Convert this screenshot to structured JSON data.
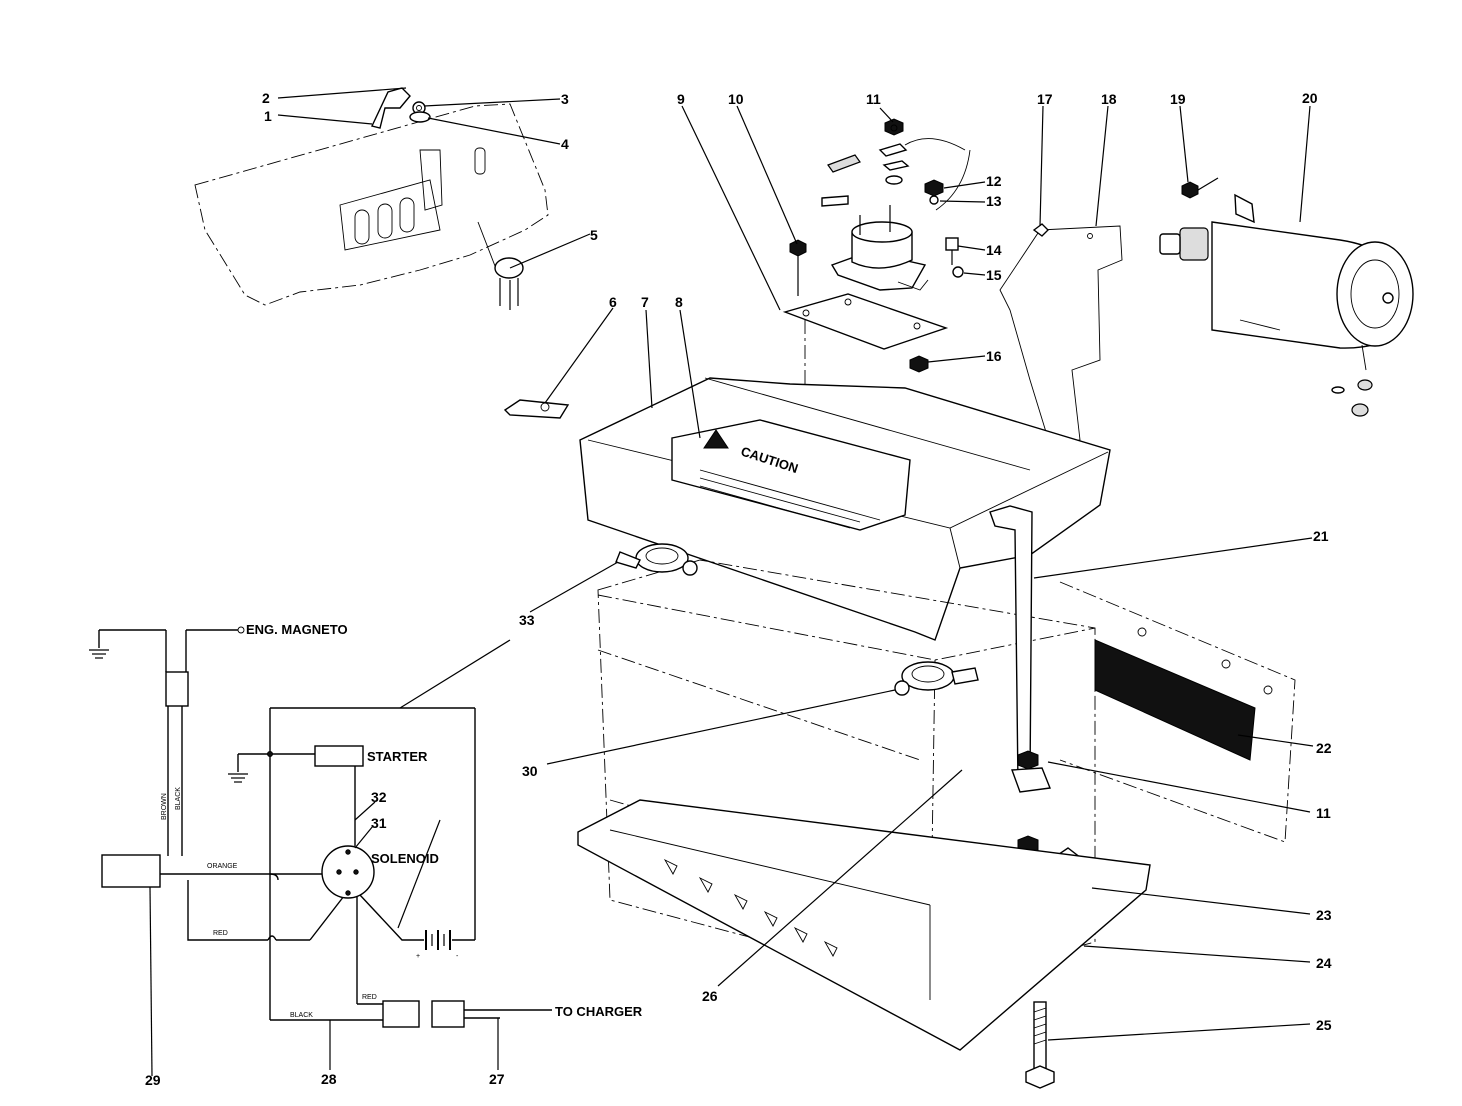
{
  "callouts": [
    {
      "id": "1",
      "text": "1"
    },
    {
      "id": "2",
      "text": "2"
    },
    {
      "id": "3",
      "text": "3"
    },
    {
      "id": "4",
      "text": "4"
    },
    {
      "id": "5",
      "text": "5"
    },
    {
      "id": "6",
      "text": "6"
    },
    {
      "id": "7",
      "text": "7"
    },
    {
      "id": "8",
      "text": "8"
    },
    {
      "id": "9",
      "text": "9"
    },
    {
      "id": "10",
      "text": "10"
    },
    {
      "id": "11a",
      "text": "11"
    },
    {
      "id": "12",
      "text": "12"
    },
    {
      "id": "13",
      "text": "13"
    },
    {
      "id": "14",
      "text": "14"
    },
    {
      "id": "15",
      "text": "15"
    },
    {
      "id": "16",
      "text": "16"
    },
    {
      "id": "17",
      "text": "17"
    },
    {
      "id": "18",
      "text": "18"
    },
    {
      "id": "19",
      "text": "19"
    },
    {
      "id": "20",
      "text": "20"
    },
    {
      "id": "21",
      "text": "21"
    },
    {
      "id": "22",
      "text": "22"
    },
    {
      "id": "11b",
      "text": "11"
    },
    {
      "id": "23",
      "text": "23"
    },
    {
      "id": "24",
      "text": "24"
    },
    {
      "id": "25",
      "text": "25"
    },
    {
      "id": "26",
      "text": "26"
    },
    {
      "id": "27",
      "text": "27"
    },
    {
      "id": "28",
      "text": "28"
    },
    {
      "id": "29",
      "text": "29"
    },
    {
      "id": "30",
      "text": "30"
    },
    {
      "id": "31",
      "text": "31"
    },
    {
      "id": "32",
      "text": "32"
    },
    {
      "id": "33",
      "text": "33"
    }
  ],
  "schematic": {
    "eng_magneto": "ENG. MAGNETO",
    "starter": "STARTER",
    "solenoid": "SOLENOID",
    "to_charger": "TO CHARGER",
    "wire_brown": "BROWN",
    "wire_black_v": "BLACK",
    "wire_orange": "ORANGE",
    "wire_red_left": "RED",
    "wire_red_bottom": "RED",
    "wire_black_bottom": "BLACK",
    "battery_plus": "+",
    "battery_minus": "-"
  },
  "cover_label": "CAUTION"
}
